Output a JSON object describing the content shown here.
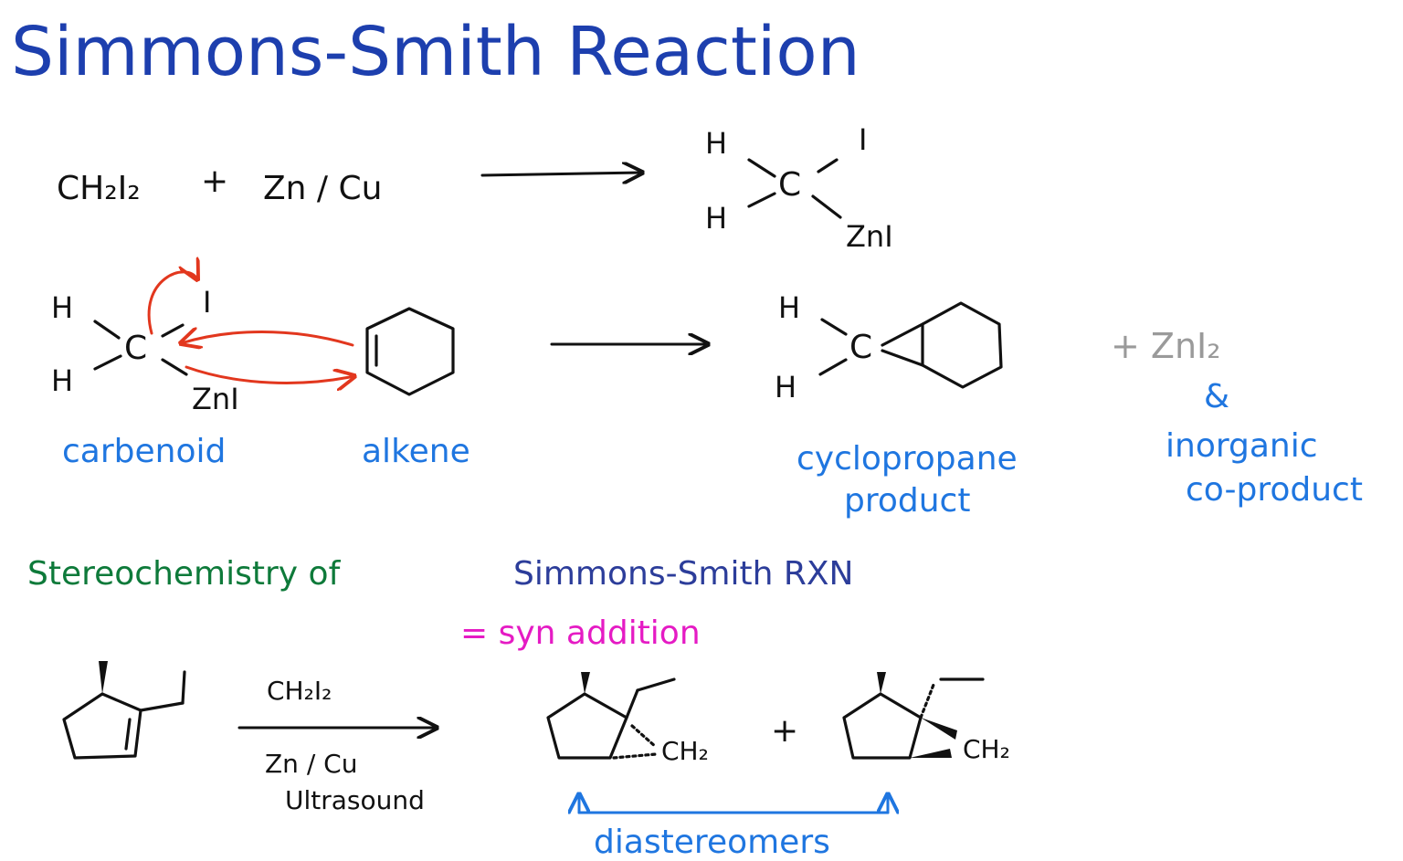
{
  "title": "Simmons-Smith Reaction",
  "reaction1": {
    "reagent_ch2i2": "CH₂I₂",
    "plus": "+",
    "reagent_zncu": "Zn / Cu",
    "product_atoms": {
      "h_top": "H",
      "h_bottom": "H",
      "c": "C",
      "i": "I",
      "zni": "ZnI"
    }
  },
  "reaction2": {
    "carbenoid_atoms": {
      "h_top": "H",
      "h_bottom": "H",
      "c": "C",
      "i": "I",
      "zni": "ZnI"
    },
    "product_atoms": {
      "h_top": "H",
      "h_bottom": "H",
      "c": "C"
    },
    "coproduct": "+ ZnI₂",
    "ampersand": "&",
    "labels": {
      "carbenoid": "carbenoid",
      "alkene": "alkene",
      "cyclopropane_line1": "cyclopropane",
      "cyclopropane_line2": "product",
      "inorganic_line1": "inorganic",
      "inorganic_line2": "co-product"
    }
  },
  "stereo": {
    "heading_part1": "Stereochemistry of",
    "heading_part2": "Simmons-Smith RXN",
    "syn": "= syn addition",
    "reagent_top": "CH₂I₂",
    "reagent_bottom1": "Zn / Cu",
    "reagent_bottom2": "Ultrasound",
    "ch2_a": "CH₂",
    "plus": "+",
    "ch2_b": "CH₂",
    "diastereomers": "diastereomers"
  },
  "colors": {
    "title": "#1d3fae",
    "label_blue": "#1f76e0",
    "heading_green": "#0e7a3a",
    "heading_navy": "#2c3d9a",
    "syn_pink": "#e51bc4",
    "mechanism_arrows": "#e2371e",
    "coproduct_grey": "#9a9a9a"
  }
}
